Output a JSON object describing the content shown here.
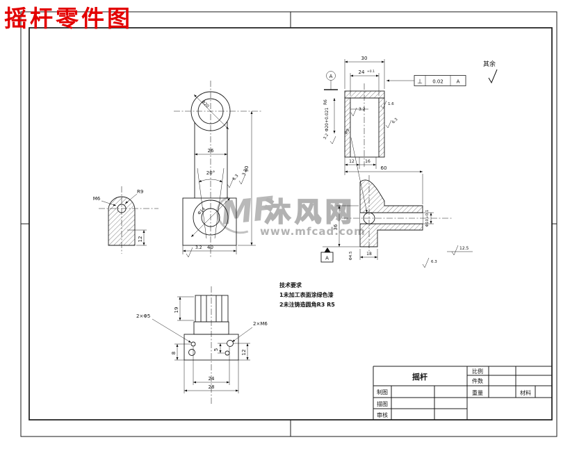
{
  "title": {
    "text": "摇杆零件图"
  },
  "watermark": {
    "logo": "MF",
    "name": "沐风网",
    "url": "www.mfcad.com"
  },
  "general_note": {
    "label": "其余"
  },
  "tech_req": {
    "title": "技术要求",
    "line1": "1未加工表面涂绿色漆",
    "line2": "2未注铸造圆角R3 R5"
  },
  "title_block": {
    "part_name": "摇杆",
    "labels": {
      "scale": "比例",
      "qty": "件数",
      "weight": "重量",
      "material": "材料",
      "draft": "制图",
      "trace": "描图",
      "audit": "审核"
    }
  },
  "front_view": {
    "dia_boss": "Φ20",
    "width": "26",
    "height": "90",
    "angle": "20°",
    "rough_angle": "6.3",
    "rough_side": "3.2",
    "dia_hole": "Φ14",
    "rough_bottom": "3.2",
    "base_width": "40"
  },
  "left_view": {
    "thread": "M6",
    "radius": "R9",
    "depth": "12"
  },
  "bottom_view": {
    "boss_h": "19",
    "off_left": "8",
    "off_mid": "5",
    "off_right": "12",
    "pitch": "24",
    "width": "28",
    "holes_m6": "2×M6",
    "holes_phi5": "2×Φ5"
  },
  "right_view": {
    "d30": "30",
    "d24": "24",
    "t24": "+0.1",
    "datum": "A",
    "gdt": {
      "sym": "⊥",
      "val": "0.02",
      "ref": "A"
    },
    "r6": "R6",
    "dia20": "Φ20+0.021",
    "rough_bore": "3.2",
    "rough_right1": "1.6",
    "rough_right2": "6.3",
    "rough_left": "3.2",
    "dia9": "Φ9",
    "d12": "12",
    "d16": "16",
    "d60": "60",
    "d36": "36",
    "dia45": "Φ4.5",
    "d18": "18",
    "dia10": "Φ10+0.1",
    "rough_end": "12.5",
    "rough_bottom": "6.3"
  }
}
